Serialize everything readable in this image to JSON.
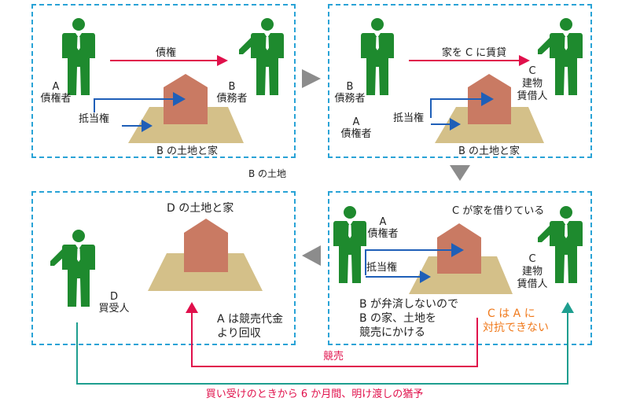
{
  "colors": {
    "panel_border": "#29a3d6",
    "person": "#1e8a2e",
    "house": "#c97a63",
    "land": "#d4c089",
    "blue_arrow": "#1f5fb8",
    "red_arrow": "#e0104b",
    "teal_arrow": "#1e9e8f",
    "orange_text": "#f07a1c",
    "gray_arrow": "#8c8c8c"
  },
  "p1": {
    "claim_label": "債権",
    "a_letter": "A",
    "a_role": "債権者",
    "b_letter": "B",
    "b_role": "債務者",
    "mortgage": "抵当権",
    "land": "B の土地と家"
  },
  "between_caption": "B の土地",
  "p2": {
    "b_letter": "B",
    "b_role": "債務者",
    "lease_label": "家を C に賃貸",
    "c_letter": "C",
    "c_role1": "建物",
    "c_role2": "賃借人",
    "a_letter": "A",
    "a_role": "債権者",
    "mortgage": "抵当権",
    "land": "B の土地と家"
  },
  "p3": {
    "a_letter": "A",
    "a_role": "債権者",
    "c_renting": "C が家を借りている",
    "c_letter": "C",
    "c_role1": "建物",
    "c_role2": "賃借人",
    "mortgage": "抵当権",
    "note_line1": "B が弁済しないので",
    "note_line2": "B の家、土地を",
    "note_line3": "競売にかける",
    "c_cannot1": "C は A に",
    "c_cannot2": "対抗できない"
  },
  "p4": {
    "land": "D の土地と家",
    "d_letter": "D",
    "d_role": "買受人",
    "a_recovers1": "A は競売代金",
    "a_recovers2": "より回収"
  },
  "auction_label": "競売",
  "grace_label": "買い受けのときから 6 か月間、明け渡しの猶予"
}
